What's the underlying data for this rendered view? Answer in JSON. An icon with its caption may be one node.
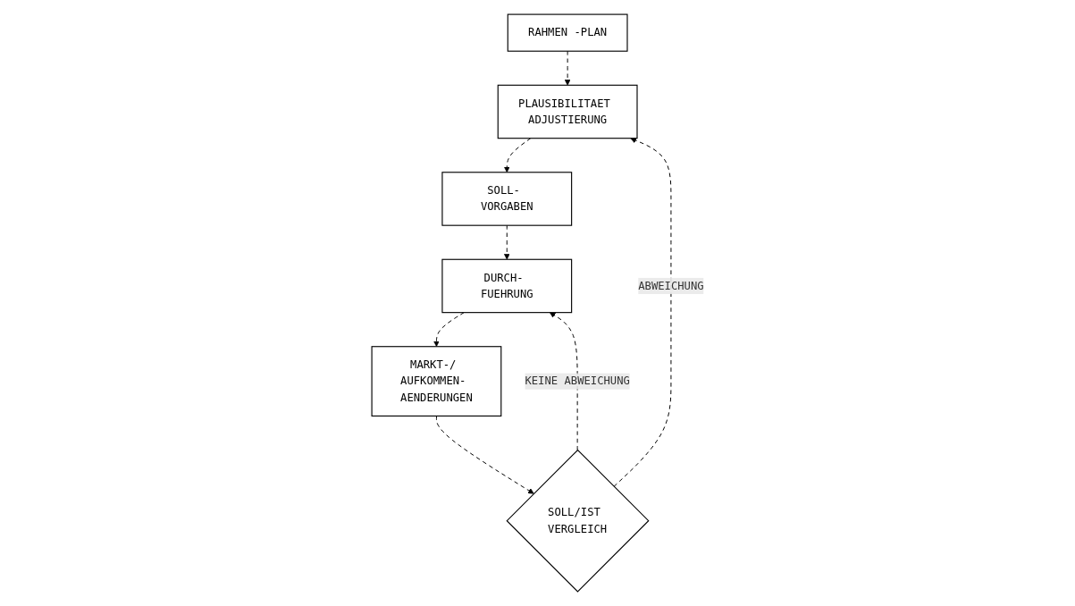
{
  "diagram": {
    "nodes": [
      {
        "text": [
          "RAHMEN -PLAN"
        ]
      },
      {
        "text": [
          "PLAUSIBILITAET ADJUSTIERUNG"
        ]
      },
      {
        "text": [
          "SOLL- VORGABEN"
        ]
      },
      {
        "text": [
          "DURCH- FUEHRUNG"
        ]
      },
      {
        "text": [
          "MARKT-/ AUFKOMMEN- AENDERUNGEN"
        ]
      },
      {
        "text": [
          "SOLL/IST VERGLEICH"
        ]
      }
    ],
    "edges": [
      {
        "from": 0,
        "to": 1,
        "arrow": "to",
        "style": "dashed"
      },
      {
        "from": 1,
        "to": 2,
        "arrow": "to",
        "style": "dashed"
      },
      {
        "from": 2,
        "to": 3,
        "arrow": "to",
        "style": "dashed"
      },
      {
        "from": 3,
        "to": 4,
        "arrow": "to",
        "style": "dashed"
      },
      {
        "from": 4,
        "to": 5,
        "arrow": "to",
        "style": "dashed"
      },
      {
        "from": 5,
        "to": 1,
        "arrow": "to",
        "style": "dashed",
        "label": "ABWEICHUNG"
      },
      {
        "from": 5,
        "to": 3,
        "arrow": "to",
        "style": "dashed",
        "label": "KEINE ABWEICHUNG"
      }
    ]
  }
}
